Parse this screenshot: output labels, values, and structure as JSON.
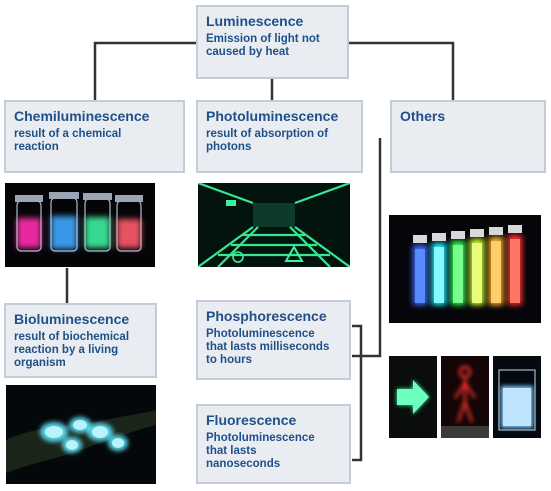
{
  "root": {
    "title": "Luminescence",
    "desc": "Emission of light not caused by heat"
  },
  "chemi": {
    "title": "Chemiluminescence",
    "desc": "result of a chemical reaction"
  },
  "photo": {
    "title": "Photoluminescence",
    "desc": "result of absorption of photons"
  },
  "others": {
    "title": "Others",
    "desc": ""
  },
  "bio": {
    "title": "Bioluminescence",
    "desc": "result of biochemical reaction by a living organism"
  },
  "phos": {
    "title": "Phosphorescence",
    "desc": "Photoluminescence that lasts milliseconds to hours"
  },
  "fluo": {
    "title": "Fluorescence",
    "desc": "Photoluminescence that lasts nanoseconds"
  },
  "colors": {
    "box_fill": "#e9edf2",
    "box_border": "#c3ccd8",
    "text": "#1f5088",
    "connector": "#333333"
  },
  "images": {
    "chemi": "glowing-vials-photo",
    "photo": "glow-in-dark-corridor-photo",
    "bio": "glowing-mushrooms-photo",
    "others_top": "rainbow-fluorescent-vials-photo",
    "others_bottom": "led-signs-and-glowing-beaker-photo"
  }
}
